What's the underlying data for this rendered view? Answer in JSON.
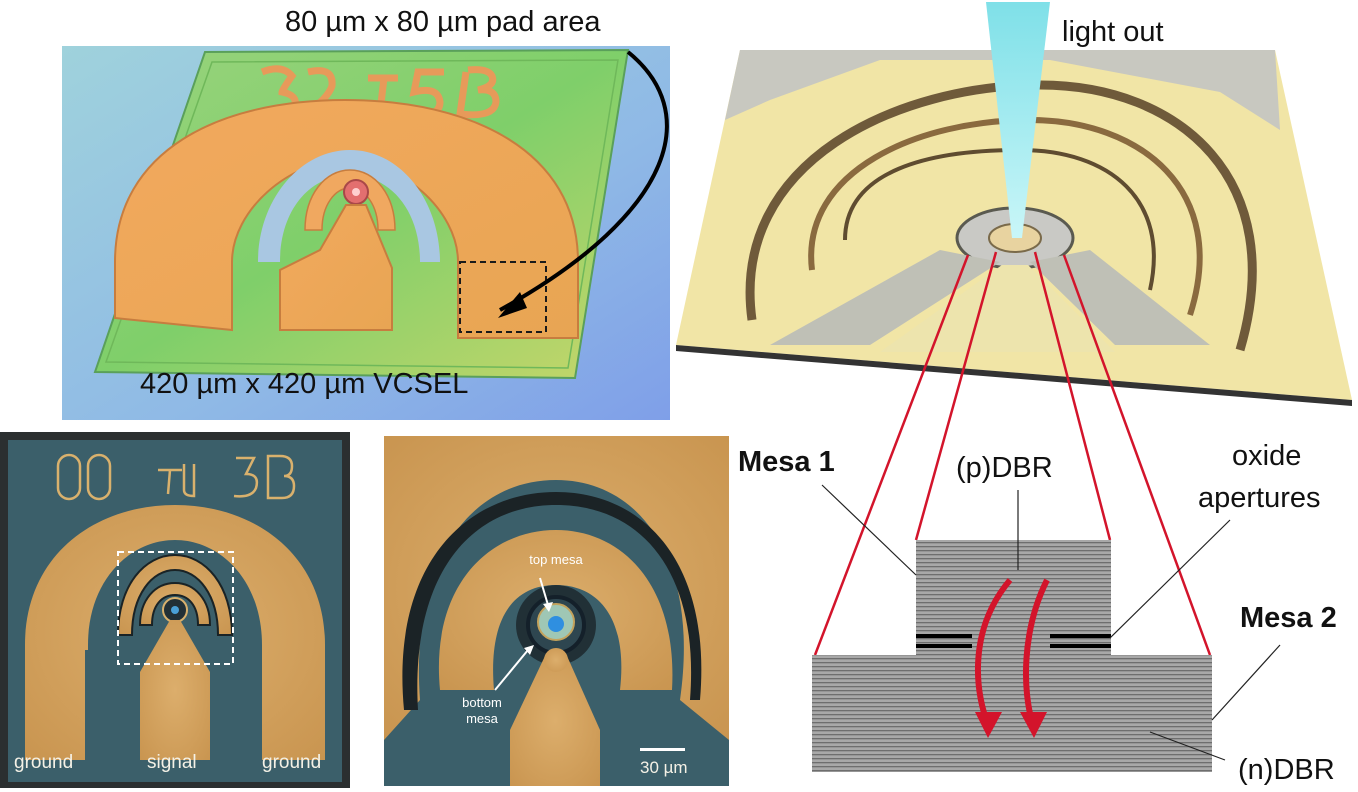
{
  "panel_a": {
    "chip_label": "32 TU 5B",
    "pad_label": "80 µm x 80 µm pad area",
    "chip_size_label": "420 µm x 420 µm VCSEL"
  },
  "panel_b": {
    "light_label": "light out",
    "mesa1_label": "Mesa 1",
    "mesa2_label": "Mesa 2",
    "pdbr_label": "(p)DBR",
    "ndbr_label": "(n)DBR",
    "oxide_label_line1": "oxide",
    "oxide_label_line2": "apertures"
  },
  "panel_c": {
    "chip_label": "00 TU 3B",
    "ground_left": "ground",
    "signal": "signal",
    "ground_right": "ground"
  },
  "panel_d": {
    "top_mesa": "top mesa",
    "bottom_mesa_line1": "bottom",
    "bottom_mesa_line2": "mesa",
    "scale_bar": "30 µm"
  },
  "colors": {
    "dbr_gray": "#9a9a9a",
    "fan_lines": "#d3142b",
    "current_arrows": "#d3142b",
    "light_beam": "#8fe3ea",
    "substrate_blue": "#3b5f6a",
    "gold_metal": "#d7a462"
  }
}
